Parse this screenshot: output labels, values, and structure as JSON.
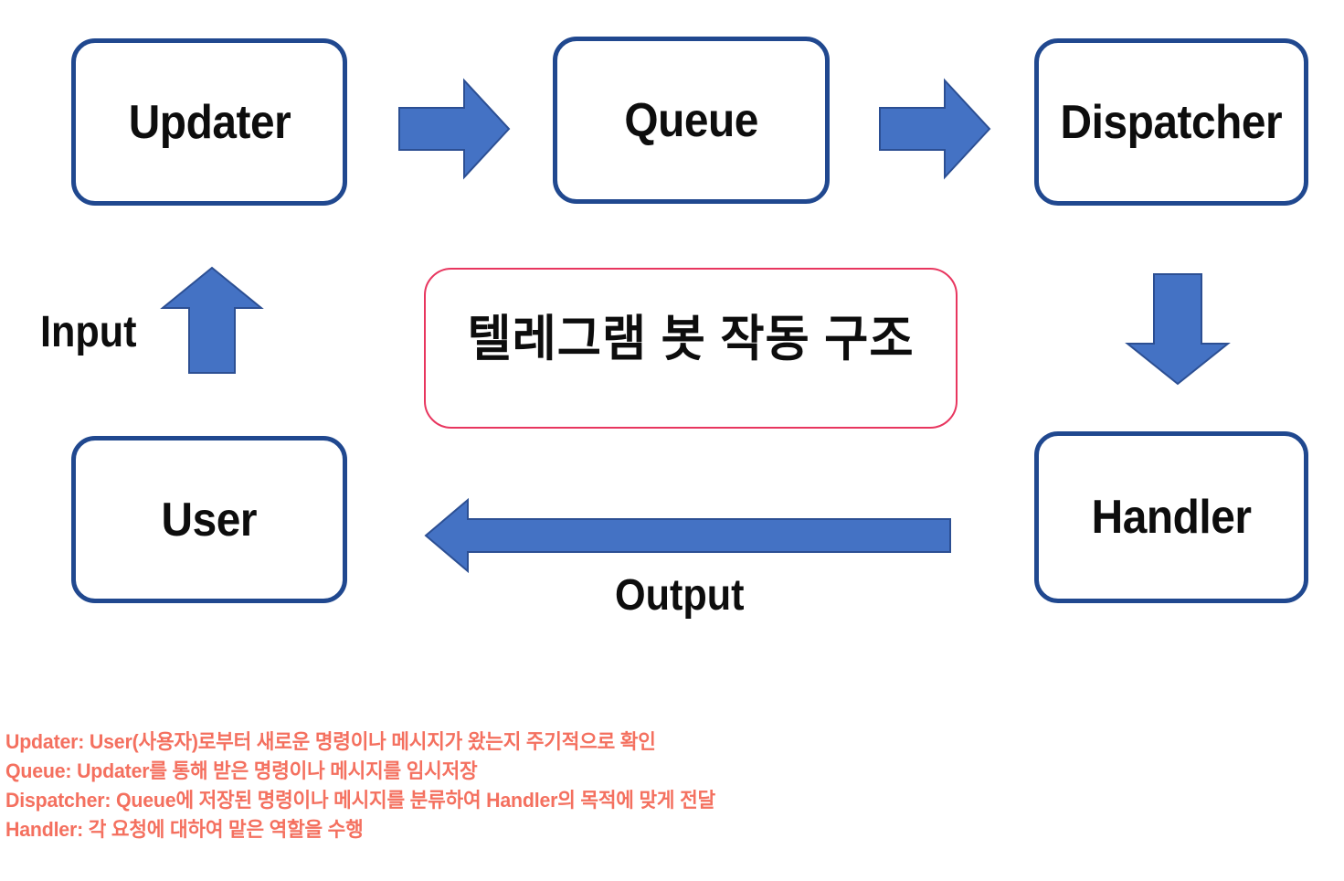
{
  "diagram": {
    "title": "텔레그램 봇 작동 구조",
    "nodes": [
      {
        "id": "updater",
        "label": "Updater"
      },
      {
        "id": "queue",
        "label": "Queue"
      },
      {
        "id": "dispatcher",
        "label": "Dispatcher"
      },
      {
        "id": "user",
        "label": "User"
      },
      {
        "id": "handler",
        "label": "Handler"
      }
    ],
    "edge_labels": {
      "input": "Input",
      "output": "Output"
    },
    "edges": [
      {
        "from": "updater",
        "to": "queue",
        "direction": "right",
        "label": ""
      },
      {
        "from": "queue",
        "to": "dispatcher",
        "direction": "right",
        "label": ""
      },
      {
        "from": "dispatcher",
        "to": "handler",
        "direction": "down",
        "label": ""
      },
      {
        "from": "handler",
        "to": "user",
        "direction": "left",
        "label": "Output"
      },
      {
        "from": "user",
        "to": "updater",
        "direction": "up",
        "label": "Input"
      }
    ],
    "legend": [
      "Updater: User(사용자)로부터 새로운 명령이나 메시지가 왔는지 주기적으로 확인",
      "Queue: Updater를 통해 받은 명령이나 메시지를 임시저장",
      "Dispatcher: Queue에 저장된 명령이나 메시지를 분류하여 Handler의 목적에 맞게 전달",
      "Handler: 각 요청에 대하여 맡은 역할을 수행"
    ],
    "colors": {
      "node_border": "#20488F",
      "node_fill": "#FFFFFF",
      "arrow_fill": "#4472C4",
      "arrow_stroke": "#2C4F93",
      "title_border": "#E8365F",
      "legend_text": "#F4705F",
      "label_text": "#0D0D0D",
      "background": "#FFFFFF"
    }
  }
}
